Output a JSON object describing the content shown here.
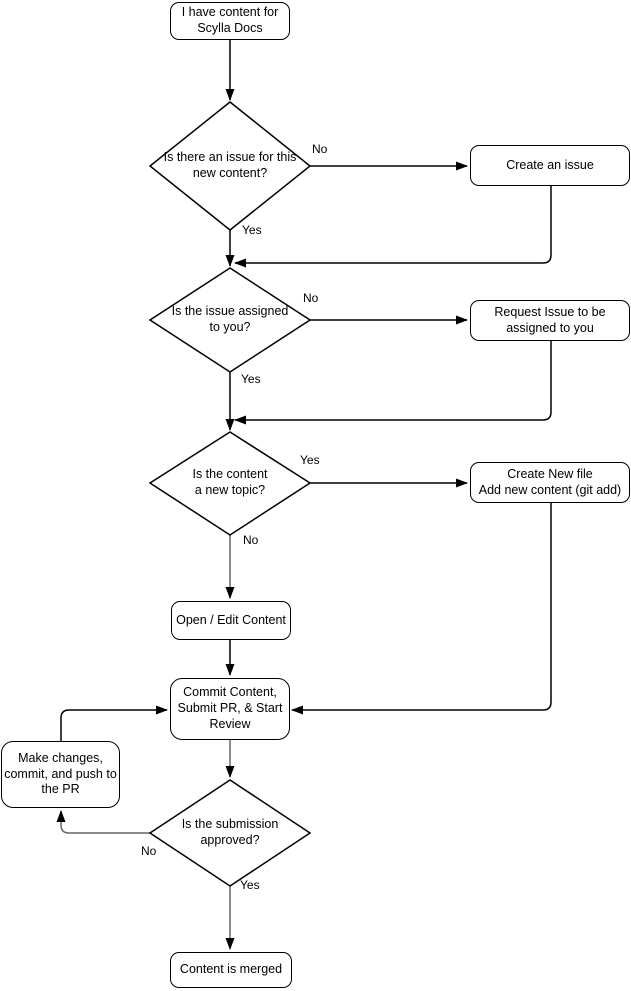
{
  "diagram": {
    "type": "flowchart",
    "topic": "Contributing content to Scylla Docs"
  },
  "colors": {
    "background": "#ffffff",
    "shape_fill": "#ffffff",
    "stroke": "#000000",
    "muted_stroke": "#666666",
    "text": "#000000"
  },
  "nodes": {
    "start": {
      "lines": [
        "I have content for",
        "Scylla Docs"
      ]
    },
    "is_issue": {
      "lines": [
        "Is there an issue for this",
        "new content?"
      ]
    },
    "create_issue": {
      "lines": [
        "Create an issue"
      ]
    },
    "is_assigned": {
      "lines": [
        "Is the issue assigned",
        "to you?"
      ]
    },
    "request_issue": {
      "lines": [
        "Request Issue to be",
        "assigned to you"
      ]
    },
    "is_new_topic": {
      "lines": [
        "Is the content",
        "a new topic?"
      ]
    },
    "create_file": {
      "lines": [
        "Create New file",
        "Add new content (git add)"
      ]
    },
    "open_edit": {
      "lines": [
        "Open / Edit Content"
      ]
    },
    "commit": {
      "lines": [
        "Commit Content,",
        "Submit PR, & Start",
        "Review"
      ]
    },
    "make_changes": {
      "lines": [
        "Make changes,",
        "commit, and push to",
        "the PR"
      ]
    },
    "is_approved": {
      "lines": [
        "Is the submission",
        "approved?"
      ]
    },
    "merged": {
      "lines": [
        "Content is merged"
      ]
    }
  },
  "edge_labels": {
    "issue_no": "No",
    "issue_yes": "Yes",
    "assigned_no": "No",
    "assigned_yes": "Yes",
    "topic_yes": "Yes",
    "topic_no": "No",
    "approved_no": "No",
    "approved_yes": "Yes"
  }
}
